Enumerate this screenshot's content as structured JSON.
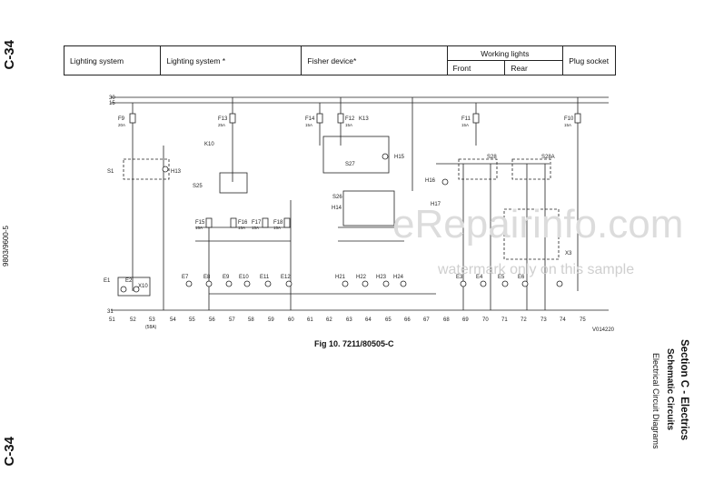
{
  "page": {
    "number_top": "C-34",
    "number_bottom": "C-34",
    "doc_code": "9803/9600-5"
  },
  "header_table": {
    "col1": "Lighting system",
    "col2": "Lighting system *",
    "col3": "Fisher device*",
    "working_lights": "Working lights",
    "front": "Front",
    "rear": "Rear",
    "plug_socket": "Plug socket"
  },
  "figure": {
    "caption": "Fig 10. 7211/80505-C",
    "ref_code": "V014220",
    "bus_labels": [
      "30",
      "15"
    ],
    "ground_label": "31",
    "bottom_terminals": [
      "51",
      "52",
      "53",
      "54",
      "55",
      "56",
      "57",
      "58",
      "59",
      "60",
      "61",
      "62",
      "63",
      "64",
      "65",
      "66",
      "67",
      "68",
      "69",
      "70",
      "71",
      "72",
      "73",
      "74",
      "75"
    ],
    "bottom_note": "(58A)",
    "fuses": [
      {
        "name": "F9",
        "rating": "20A"
      },
      {
        "name": "F13",
        "rating": "25A"
      },
      {
        "name": "F14",
        "rating": "15A"
      },
      {
        "name": "F12",
        "rating": "15A"
      },
      {
        "name": "F11",
        "rating": "15A"
      },
      {
        "name": "F10",
        "rating": "15A"
      },
      {
        "name": "F15",
        "rating": "15A"
      },
      {
        "name": "F16",
        "rating": "15A"
      },
      {
        "name": "F17",
        "rating": "15A"
      },
      {
        "name": "F18",
        "rating": "15A"
      }
    ],
    "lamps": [
      "E1",
      "E2",
      "E7",
      "E8",
      "E9",
      "E10",
      "E11",
      "E12",
      "H21",
      "H22",
      "H23",
      "H24",
      "E3",
      "E4",
      "E5",
      "E6"
    ],
    "components": [
      "S1",
      "H13",
      "K10",
      "S25",
      "S26",
      "H14",
      "K13",
      "S27",
      "H15",
      "H16",
      "H17",
      "S28",
      "S28A",
      "X10",
      "X3",
      "K10"
    ]
  },
  "section": {
    "title": "Section C - Electrics",
    "subtitle": "Schematic Circuits",
    "sub2": "Electrical Circuit Diagrams"
  },
  "watermark": {
    "big": "eRepairinfo.com",
    "small": "watermark only on this sample"
  }
}
